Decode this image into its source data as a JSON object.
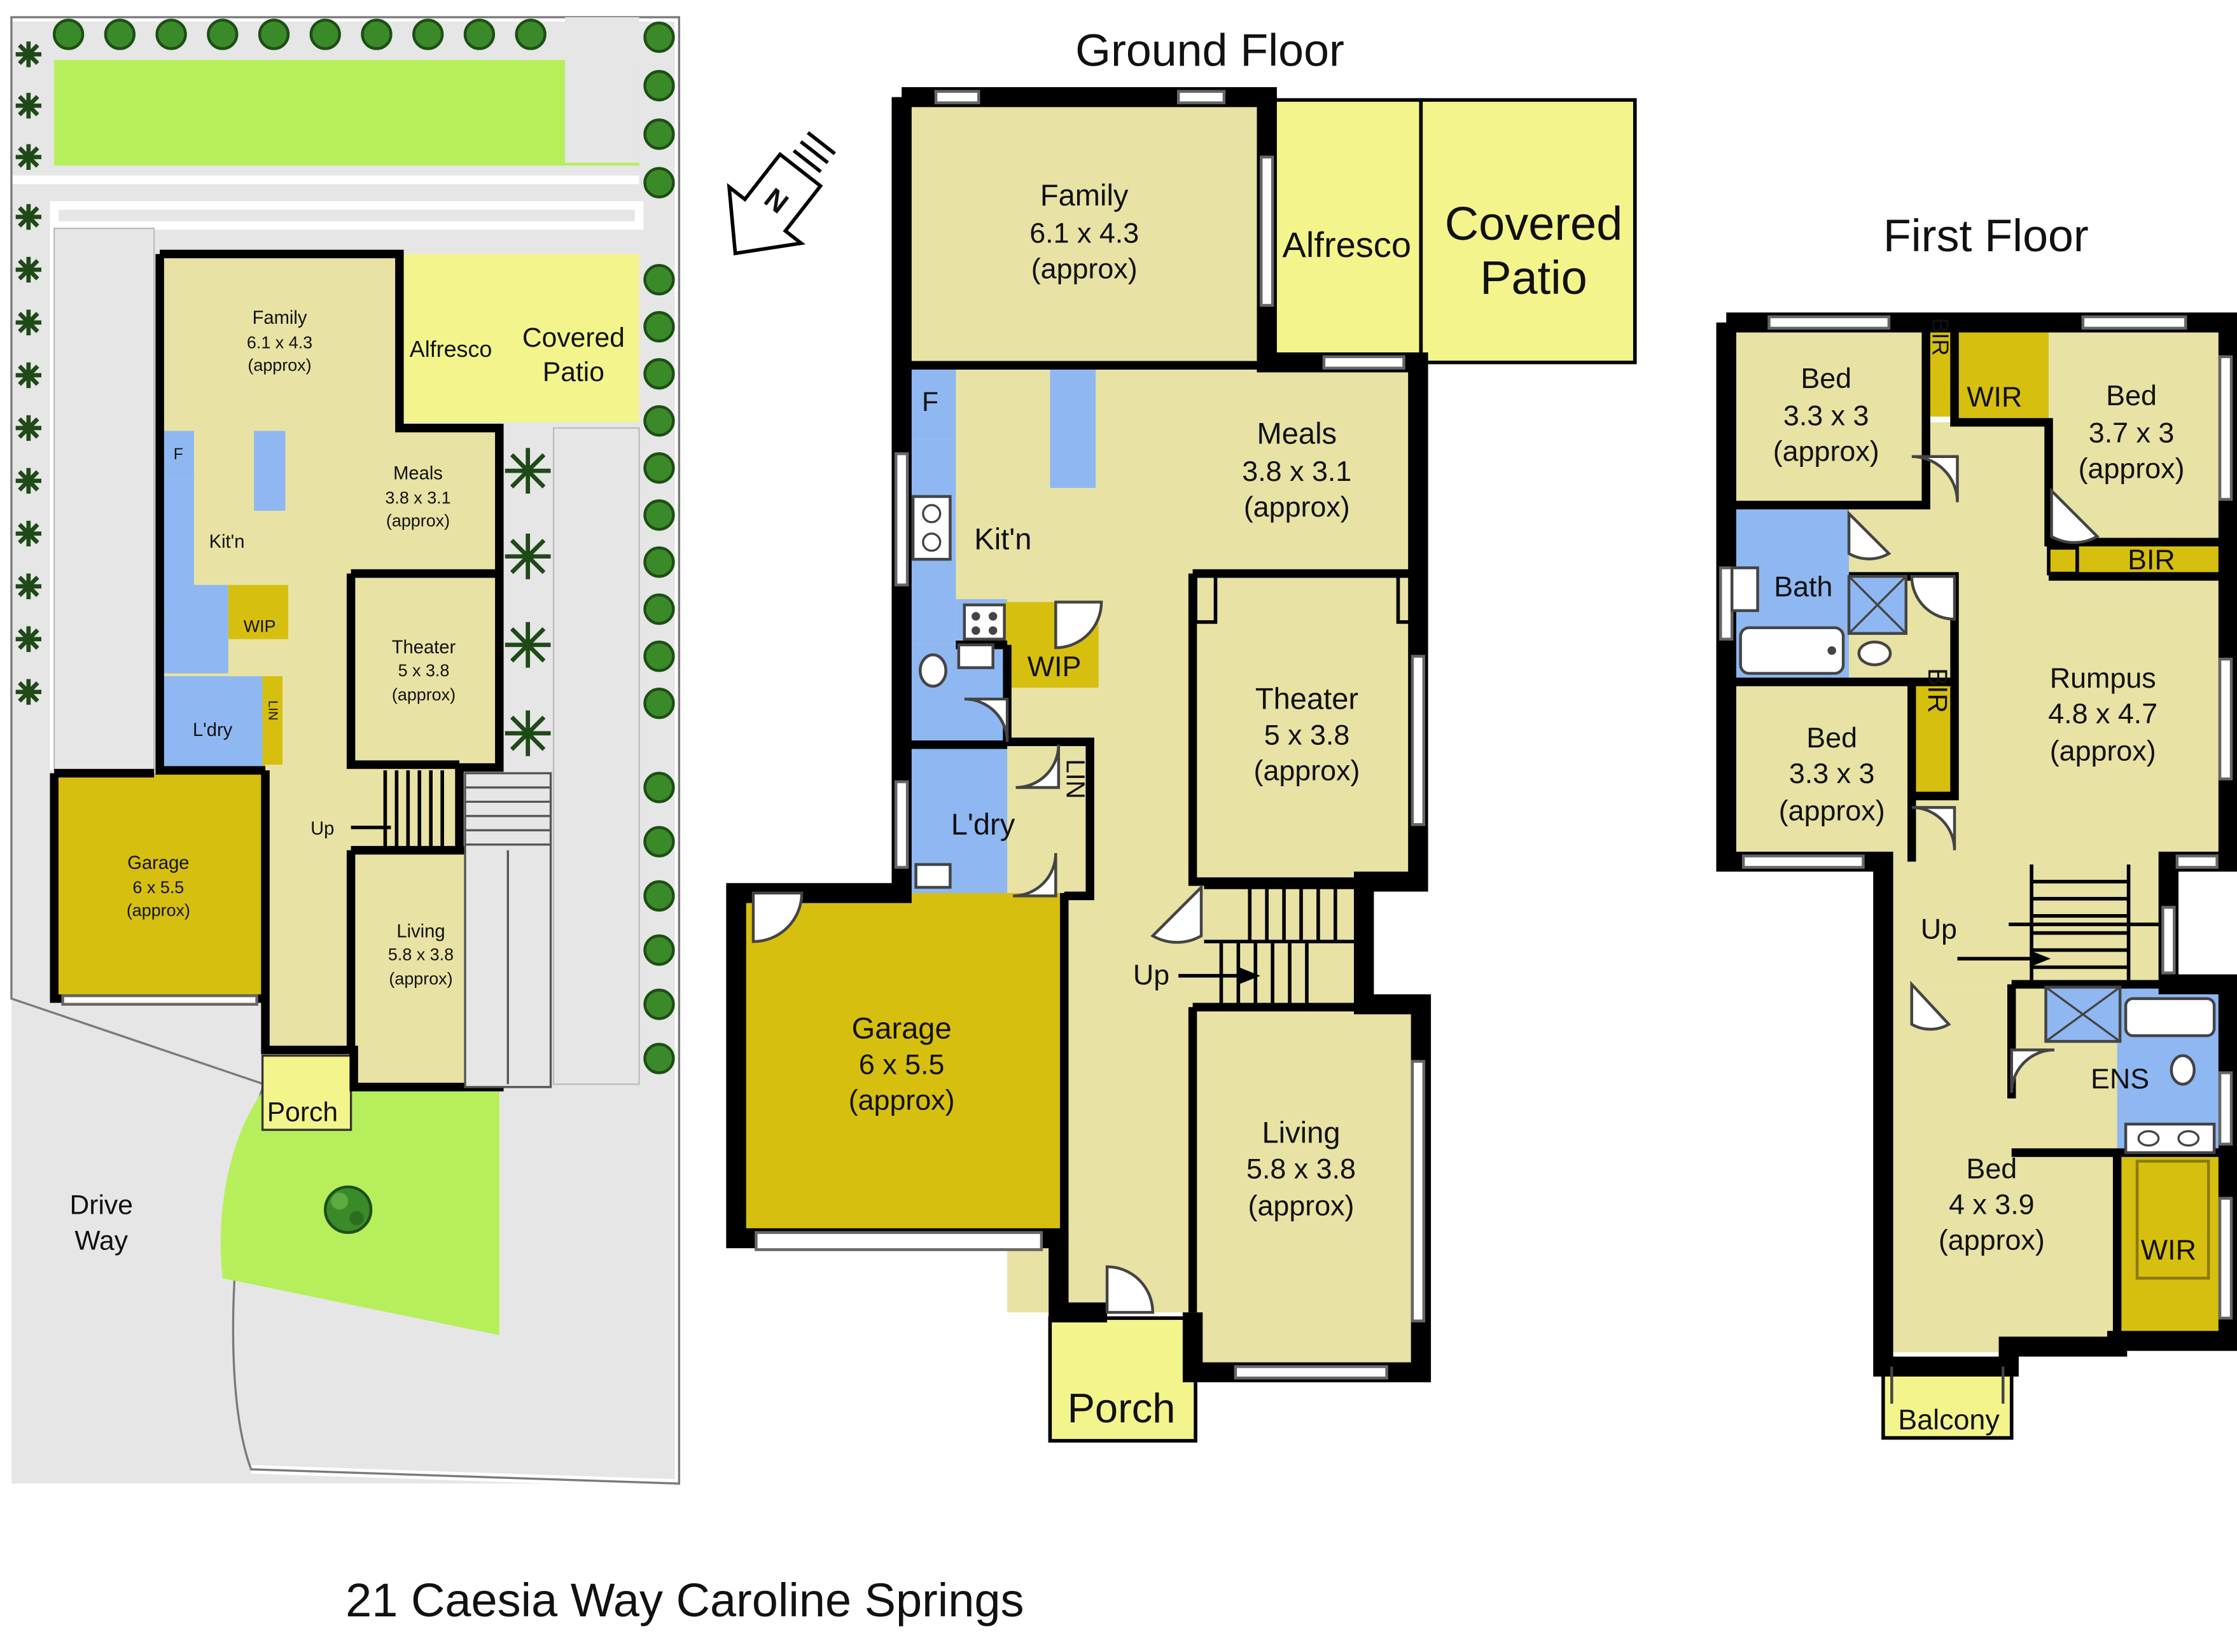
{
  "address": "21 Caesia Way Caroline Springs",
  "floors": {
    "ground_title": "Ground Floor",
    "first_title": "First Floor"
  },
  "compass": {
    "label": "N"
  },
  "colors": {
    "living": "#e8e2a4",
    "outdoor": "#f3f48c",
    "wet": "#8fb8f2",
    "storage": "#d6bf0f",
    "grass": "#b7ef5c",
    "paving": "#e6e6e6",
    "wall": "#000000"
  },
  "site": {
    "rooms": {
      "family": {
        "name": "Family",
        "dims": "6.1 x 4.3",
        "approx": "(approx)"
      },
      "alfresco": {
        "name": "Alfresco"
      },
      "covered_patio": {
        "line1": "Covered",
        "line2": "Patio"
      },
      "fridge": {
        "name": "F"
      },
      "meals": {
        "name": "Meals",
        "dims": "3.8 x 3.1",
        "approx": "(approx)"
      },
      "kitchen": {
        "name": "Kit'n"
      },
      "wip": {
        "name": "WIP"
      },
      "theater": {
        "name": "Theater",
        "dims": "5 x 3.8",
        "approx": "(approx)"
      },
      "laundry": {
        "name": "L'dry"
      },
      "lin": {
        "name": "LIN"
      },
      "garage": {
        "name": "Garage",
        "dims": "6 x 5.5",
        "approx": "(approx)"
      },
      "up": {
        "name": "Up"
      },
      "living": {
        "name": "Living",
        "dims": "5.8 x 3.8",
        "approx": "(approx)"
      },
      "porch": {
        "name": "Porch"
      },
      "driveway": {
        "line1": "Drive",
        "line2": "Way"
      }
    }
  },
  "ground": {
    "rooms": {
      "family": {
        "name": "Family",
        "dims": "6.1 x 4.3",
        "approx": "(approx)"
      },
      "alfresco": {
        "name": "Alfresco"
      },
      "covered_patio": {
        "line1": "Covered",
        "line2": "Patio"
      },
      "fridge": {
        "name": "F"
      },
      "meals": {
        "name": "Meals",
        "dims": "3.8 x 3.1",
        "approx": "(approx)"
      },
      "kitchen": {
        "name": "Kit'n"
      },
      "wip": {
        "name": "WIP"
      },
      "theater": {
        "name": "Theater",
        "dims": "5 x 3.8",
        "approx": "(approx)"
      },
      "laundry": {
        "name": "L'dry"
      },
      "lin": {
        "name": "LIN"
      },
      "garage": {
        "name": "Garage",
        "dims": "6 x 5.5",
        "approx": "(approx)"
      },
      "up": {
        "name": "Up"
      },
      "living": {
        "name": "Living",
        "dims": "5.8 x 3.8",
        "approx": "(approx)"
      },
      "porch": {
        "name": "Porch"
      }
    }
  },
  "first": {
    "rooms": {
      "bed2": {
        "name": "Bed",
        "dims": "3.3 x 3",
        "approx": "(approx)"
      },
      "bir_top": {
        "name": "BIR"
      },
      "wir_top": {
        "name": "WIR"
      },
      "bed3": {
        "name": "Bed",
        "dims": "3.7 x 3",
        "approx": "(approx)"
      },
      "bath": {
        "name": "Bath"
      },
      "bir_right": {
        "name": "BIR"
      },
      "rumpus": {
        "name": "Rumpus",
        "dims": "4.8 x 4.7",
        "approx": "(approx)"
      },
      "bed4": {
        "name": "Bed",
        "dims": "3.3 x 3",
        "approx": "(approx)"
      },
      "bir_mid": {
        "name": "BIR"
      },
      "up": {
        "name": "Up"
      },
      "ens": {
        "name": "ENS"
      },
      "master": {
        "name": "Bed",
        "dims": "4 x 3.9",
        "approx": "(approx)"
      },
      "wir_master": {
        "name": "WIR"
      },
      "balcony": {
        "name": "Balcony"
      }
    }
  }
}
